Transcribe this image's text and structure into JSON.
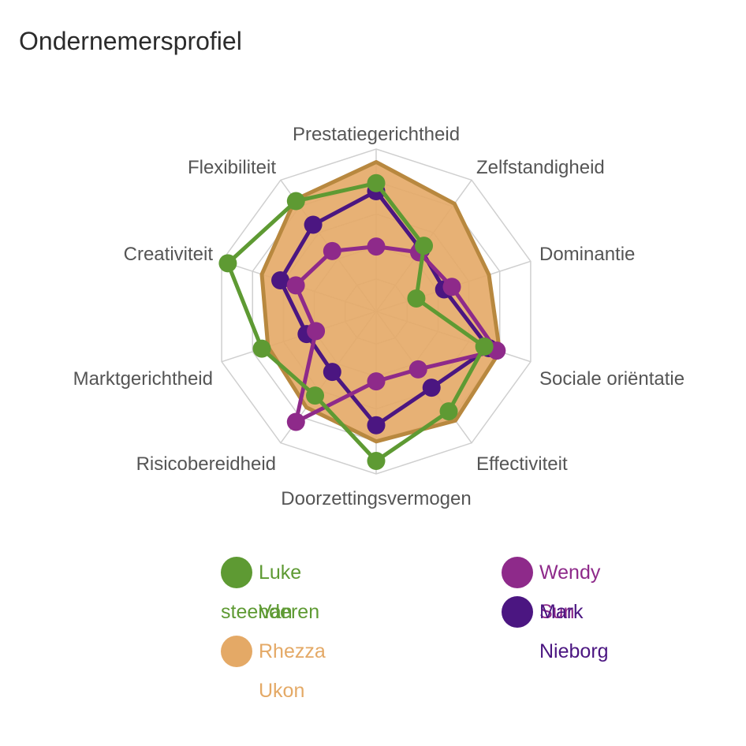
{
  "title": "Ondernemersprofiel",
  "chart_data": {
    "type": "radar",
    "title": "Ondernemersprofiel",
    "axes": [
      "Prestatiegerichtheid",
      "Zelfstandigheid",
      "Dominantie",
      "Sociale oriëntatie",
      "Effectiviteit",
      "Doorzettingsvermogen",
      "Risicobereidheid",
      "Marktgerichtheid",
      "Creativiteit",
      "Flexibiliteit"
    ],
    "rlim": [
      0,
      10
    ],
    "grid": true,
    "legend": "bottom",
    "series": [
      {
        "name": "Rhezza Ukon",
        "color": "#E4A966",
        "stroke": "#B8883F",
        "fill": true,
        "markers": false,
        "values": [
          9.2,
          8.2,
          7.3,
          8.0,
          8.3,
          8.0,
          7.3,
          7.0,
          7.4,
          8.5
        ]
      },
      {
        "name": "Mark Nieborg",
        "color": "#4B1681",
        "stroke": "#4B1681",
        "fill": false,
        "markers": true,
        "values": [
          7.4,
          4.7,
          4.4,
          7.3,
          5.8,
          7.0,
          4.6,
          4.5,
          6.2,
          6.6
        ]
      },
      {
        "name": "Wendy Sun",
        "color": "#8E2A8A",
        "stroke": "#8E2A8A",
        "fill": false,
        "markers": true,
        "values": [
          4.0,
          4.5,
          4.9,
          7.8,
          4.4,
          4.3,
          8.4,
          3.9,
          5.2,
          4.6
        ]
      },
      {
        "name": "Luke Van steenderen",
        "legend_lines": [
          "Luke Van",
          "steenderen"
        ],
        "color": "#5E9A33",
        "stroke": "#5E9A33",
        "fill": false,
        "markers": true,
        "values": [
          7.9,
          5.0,
          2.6,
          7.0,
          7.6,
          9.2,
          6.4,
          7.4,
          9.6,
          8.4
        ]
      }
    ]
  },
  "legend": [
    {
      "lines": [
        "Luke Van",
        "steenderen"
      ],
      "color": "#5E9A33"
    },
    {
      "lines": [
        "Rhezza Ukon"
      ],
      "color": "#E4A966"
    },
    {
      "lines": [
        "Wendy Sun"
      ],
      "color": "#8E2A8A"
    },
    {
      "lines": [
        "Mark Nieborg"
      ],
      "color": "#4B1681"
    }
  ]
}
